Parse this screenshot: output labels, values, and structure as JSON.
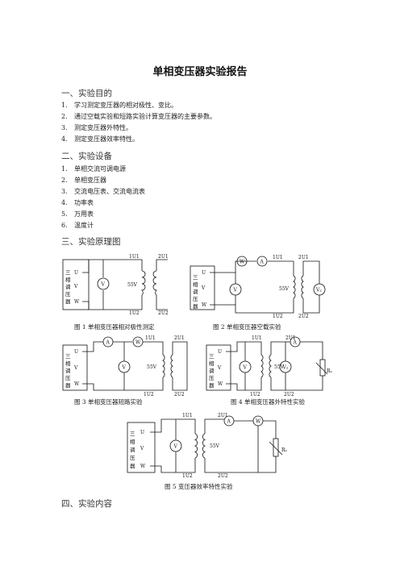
{
  "doc": {
    "title": "单相变压器实验报告",
    "sections": [
      {
        "heading": "一、实验目的",
        "items": [
          {
            "num": "1.",
            "text": "学习测定变压器的相对极性、变比。"
          },
          {
            "num": "2.",
            "text": "通过空载实验和短路实验计算变压器的主要参数。"
          },
          {
            "num": "3.",
            "text": "测定变压器外特性。"
          },
          {
            "num": "4.",
            "text": "测定变压器效率特性。"
          }
        ]
      },
      {
        "heading": "二、实验设备",
        "items": [
          {
            "num": "1.",
            "text": "单相交流可调电源"
          },
          {
            "num": "2.",
            "text": "单相变压器"
          },
          {
            "num": "3.",
            "text": "交流电压表、交流电流表"
          },
          {
            "num": "4.",
            "text": "功率表"
          },
          {
            "num": "5.",
            "text": "万用表"
          },
          {
            "num": "6.",
            "text": "温度计"
          }
        ]
      },
      {
        "heading": "三、实验原理图"
      },
      {
        "heading": "四、实验内容"
      }
    ],
    "figures": [
      {
        "caption": "图 1  单相变压器相对极性测定"
      },
      {
        "caption": "图 2  单相变压器空载实验"
      },
      {
        "caption": "图 3  单相变压器短路实验"
      },
      {
        "caption": "图 4  单相变压器外特性实验"
      },
      {
        "caption": "图 5  变压器效率特性实验"
      }
    ],
    "labels": {
      "source_box": "三相调压器",
      "u": "U",
      "v": "V",
      "w": "W",
      "voltmeter": "V",
      "ammeter": "A",
      "wattmeter": "W",
      "primary_top": "1U1",
      "primary_bottom": "1U2",
      "secondary_top": "2U1",
      "secondary_bottom": "2U2",
      "rating": "55V",
      "voltmeter2": "V₂",
      "load": "Rₒ"
    }
  }
}
